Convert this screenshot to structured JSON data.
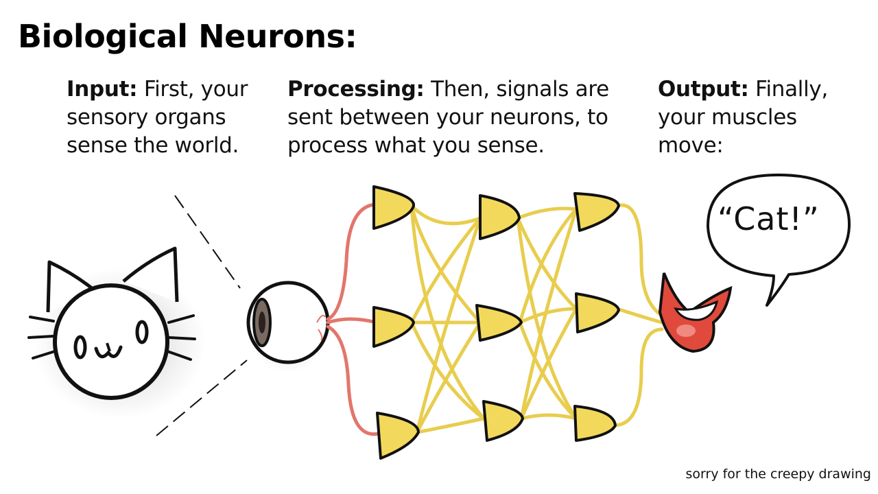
{
  "title": "Biological Neurons:",
  "captions": {
    "input": {
      "label": "Input:",
      "text": " First, your sensory organs sense the world."
    },
    "processing": {
      "label": "Processing:",
      "text": " Then, signals are sent between your neurons, to process what you sense."
    },
    "output": {
      "label": "Output:",
      "text": " Finally, your muscles move:"
    }
  },
  "speech": "“Cat!”",
  "footnote": "sorry for the creepy drawing",
  "colors": {
    "neuron": "#f2d95c",
    "axon": "#e8cd4e",
    "nerve": "#e2766b",
    "mouth": "#e04a3c"
  }
}
